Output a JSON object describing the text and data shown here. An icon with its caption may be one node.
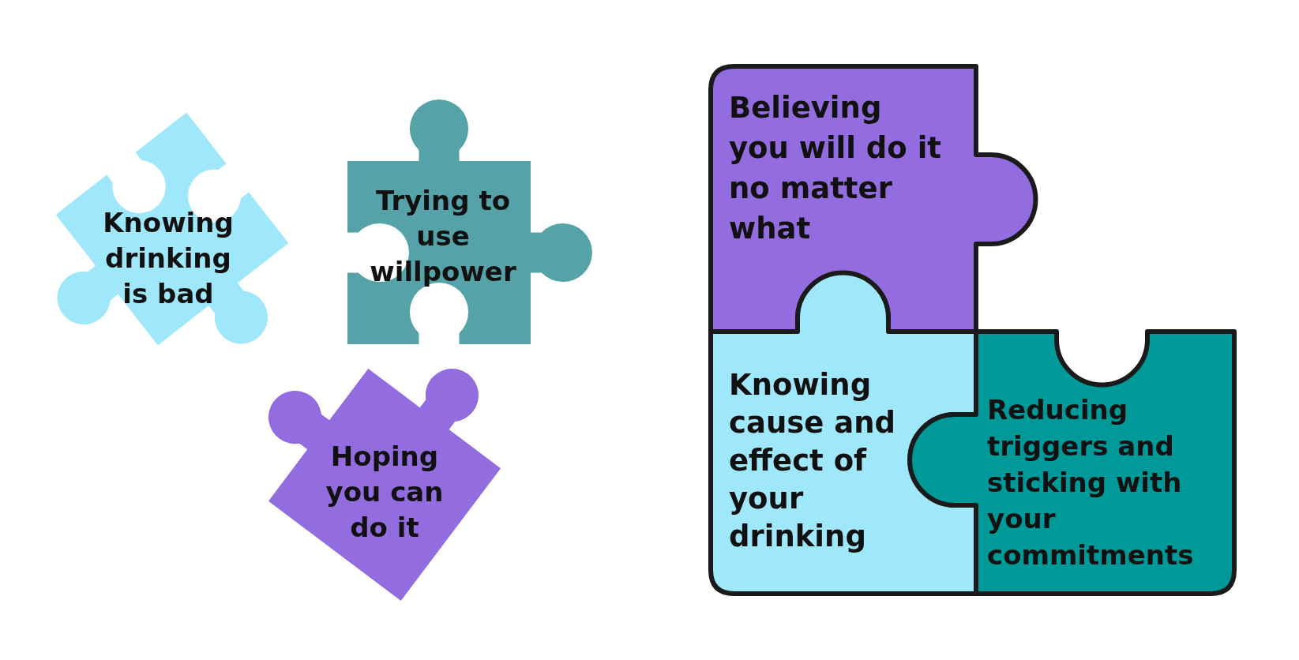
{
  "diagram": {
    "nodes": [
      {
        "text": [
          "Knowing drinking is bad"
        ]
      },
      {
        "text": [
          "Trying to use willpower"
        ]
      },
      {
        "text": [
          "Hoping you can do it"
        ]
      },
      {
        "text": [
          "Believing you will do it no matter what"
        ]
      },
      {
        "text": [
          "Knowing cause and effect of your drinking"
        ]
      },
      {
        "text": [
          "Reducing triggers and sticking with your commitments"
        ]
      }
    ]
  }
}
